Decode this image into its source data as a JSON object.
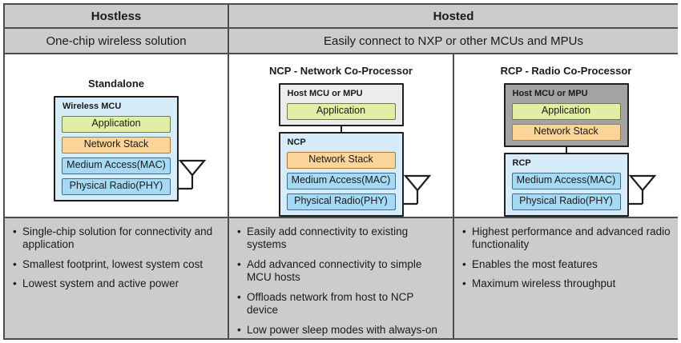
{
  "header": {
    "hostless": "Hostless",
    "hosted": "Hosted"
  },
  "subheader": {
    "hostless": "One-chip wireless solution",
    "hosted": "Easily connect to NXP or other MCUs and MPUs"
  },
  "columns": [
    {
      "title": "Standalone",
      "chips": [
        {
          "label": "Wireless MCU",
          "layers": [
            "Application",
            "Network Stack",
            "Medium Access(MAC)",
            "Physical Radio(PHY)"
          ]
        }
      ],
      "bullets": [
        "Single-chip solution for connectivity and application",
        "Smallest footprint, lowest system cost",
        "Lowest system and active power"
      ]
    },
    {
      "title": "NCP - Network Co-Processor",
      "chips": [
        {
          "label": "Host MCU or MPU",
          "layers": [
            "Application"
          ]
        },
        {
          "label": "NCP",
          "layers": [
            "Network Stack",
            "Medium Access(MAC)",
            "Physical Radio(PHY)"
          ]
        }
      ],
      "bullets": [
        "Easily add connectivity to existing systems",
        "Add advanced connectivity to simple MCU hosts",
        "Offloads network from host to NCP device",
        "Low power sleep modes with always-on radio"
      ]
    },
    {
      "title": "RCP - Radio Co-Processor",
      "chips": [
        {
          "label": "Host MCU or MPU",
          "layers": [
            "Application",
            "Network Stack"
          ]
        },
        {
          "label": "RCP",
          "layers": [
            "Medium Access(MAC)",
            "Physical Radio(PHY)"
          ]
        }
      ],
      "bullets": [
        "Highest performance and advanced radio functionality",
        "Enables the most features",
        "Maximum wireless throughput"
      ]
    }
  ],
  "colors": {
    "cell_gray": "#cccccc",
    "border": "#4d4d4d",
    "chip_light_blue": "#d7ecf9",
    "chip_light_gray": "#ececec",
    "chip_dark_gray": "#a3a3a3",
    "layer_green": "#e1efa6",
    "layer_orange": "#fbd49a",
    "layer_blue": "#a6d9f4",
    "text": "#1a1a1a"
  }
}
